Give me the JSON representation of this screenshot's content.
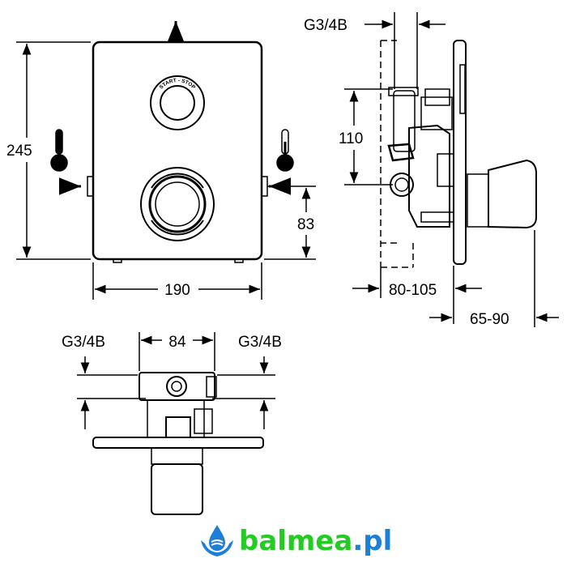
{
  "dimensions": {
    "height_front": "245",
    "width_front": "190",
    "inlet_height": "83",
    "thread_top": "G3/4B",
    "vertical_spacing": "110",
    "depth_body": "80-105",
    "depth_handle": "65-90",
    "thread_left": "G3/4B",
    "inlet_spacing": "84",
    "thread_right": "G3/4B"
  },
  "button_label": "START - STOP",
  "logo": {
    "name": "balmea",
    "suffix": ".pl",
    "brand_color": "#22cc22",
    "accent_color": "#1e7fd6"
  }
}
